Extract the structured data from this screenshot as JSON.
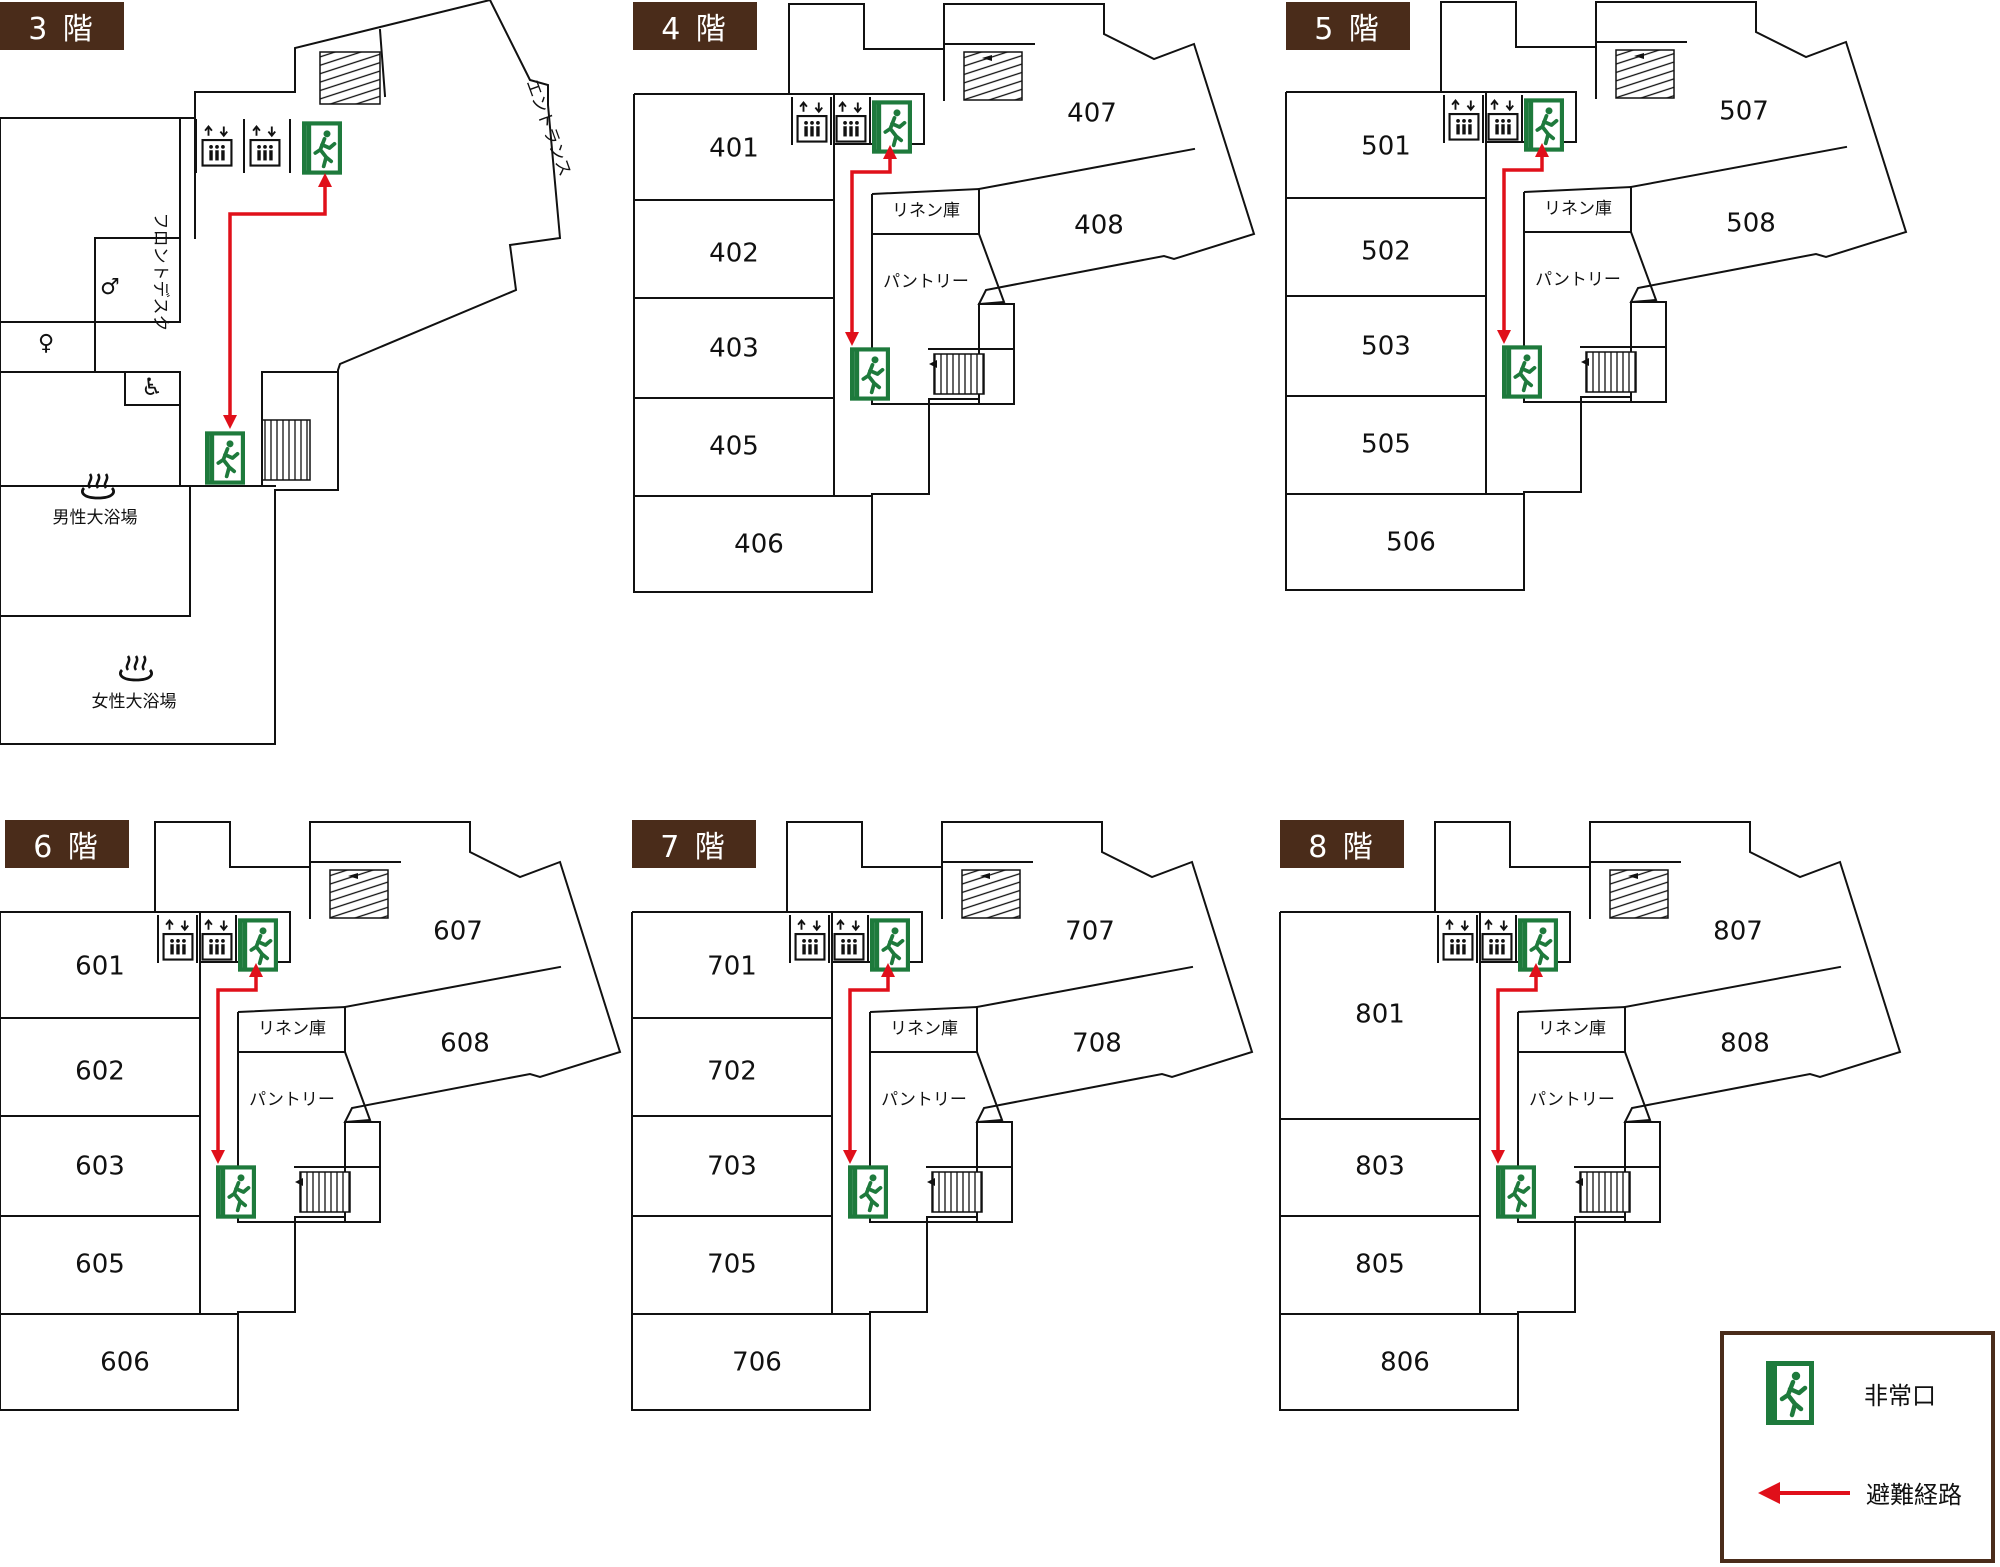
{
  "floors": [
    {
      "label": "3 階"
    },
    {
      "label": "4 階",
      "rooms": [
        "401",
        "402",
        "403",
        "405",
        "406",
        "407",
        "408"
      ],
      "linen": "リネン庫",
      "pantry": "パントリー"
    },
    {
      "label": "5 階",
      "rooms": [
        "501",
        "502",
        "503",
        "505",
        "506",
        "507",
        "508"
      ],
      "linen": "リネン庫",
      "pantry": "パントリー"
    },
    {
      "label": "6 階",
      "rooms": [
        "601",
        "602",
        "603",
        "605",
        "606",
        "607",
        "608"
      ],
      "linen": "リネン庫",
      "pantry": "パントリー"
    },
    {
      "label": "7 階",
      "rooms": [
        "701",
        "702",
        "703",
        "705",
        "706",
        "707",
        "708"
      ],
      "linen": "リネン庫",
      "pantry": "パントリー"
    },
    {
      "label": "8 階",
      "rooms": [
        "801",
        "803",
        "805",
        "806",
        "807",
        "808"
      ],
      "linen": "リネン庫",
      "pantry": "パントリー"
    }
  ],
  "floor3": {
    "entrance": "エントランス",
    "front_desk": "フロントデスク",
    "mens_bath": "男性大浴場",
    "womens_bath": "女性大浴場"
  },
  "legend": {
    "exit_label": "非常口",
    "route_label": "避難経路"
  },
  "colors": {
    "exit_green": "#1e7a3c",
    "route_red": "#e0101a",
    "label_brown": "#4a2c1a"
  }
}
